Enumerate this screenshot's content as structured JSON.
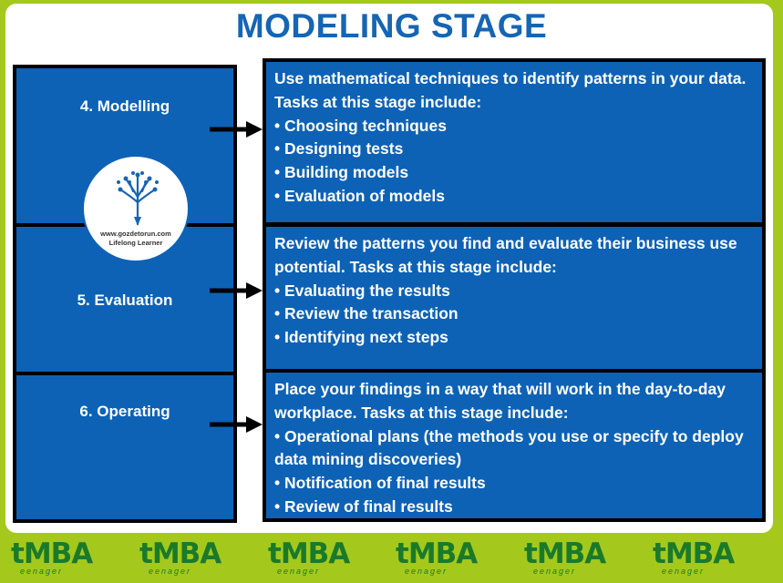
{
  "title": "MODELING STAGE",
  "stages": [
    {
      "label": "4. Modelling",
      "intro": "Use mathematical techniques to identify patterns in your data. Tasks at this stage include:",
      "bullets": [
        "Choosing techniques",
        "Designing tests",
        "Building models",
        "Evaluation of models"
      ]
    },
    {
      "label": "5. Evaluation",
      "intro": "Review the patterns you find and evaluate their business use potential. Tasks at this stage include:",
      "bullets": [
        "Evaluating the results",
        "Review the transaction",
        "Identifying next steps"
      ]
    },
    {
      "label": "6. Operating",
      "intro": "Place your findings in a way that will work in the day-to-day workplace. Tasks at this stage include:",
      "bullets": [
        "Operational plans (the methods you use or specify to deploy data mining discoveries)",
        "Notification of final results",
        "Review of final results"
      ]
    }
  ],
  "logo": {
    "url_text": "www.gozdetorun.com",
    "tagline": "Lifelong Learner"
  },
  "footer_brand": {
    "name": "tMBA",
    "sub": "eenager"
  },
  "colors": {
    "box_blue": "#0d62b6",
    "title_blue": "#1565b4",
    "frame_green": "#a4c91c",
    "brand_green": "#1a7a2a"
  }
}
